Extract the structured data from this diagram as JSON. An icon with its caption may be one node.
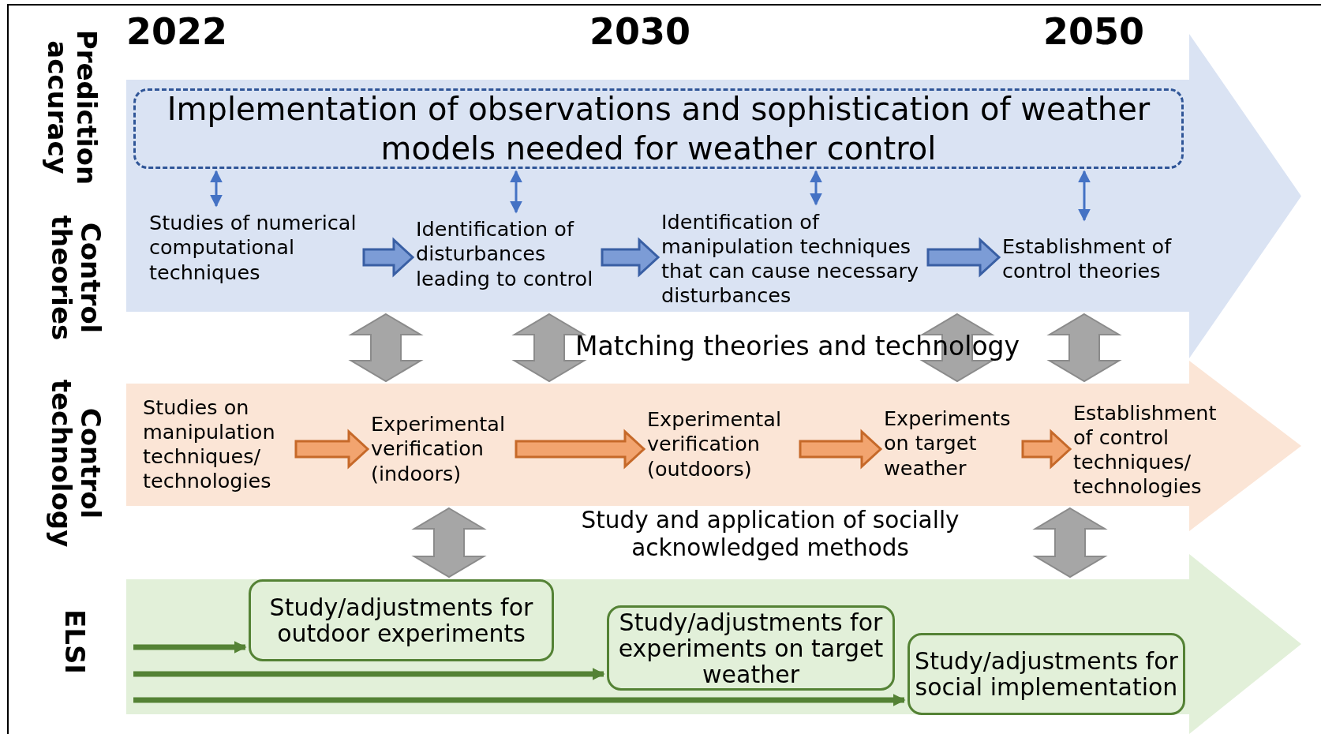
{
  "diagram": {
    "nodes": [
      {
        "text": [],
        "shape": "arrow"
      },
      {
        "text": [
          "Implementation of observations and sophistication of weather models needed for weather control"
        ],
        "in": 0
      },
      {
        "text": [
          "Studies of numerical computational techniques"
        ],
        "in": 0
      },
      {
        "text": [
          "Identification of disturbances leading to control"
        ],
        "in": 0
      },
      {
        "text": [
          "Identification of manipulation techniques that can cause necessary disturbances"
        ],
        "in": 0
      },
      {
        "text": [
          "Establishment of control theories"
        ],
        "in": 0
      },
      {
        "text": [],
        "shape": "arrow"
      },
      {
        "text": [
          "Studies on manipulation techniques/ technologies"
        ],
        "in": 6
      },
      {
        "text": [
          "Experimental verification (indoors)"
        ],
        "in": 6
      },
      {
        "text": [
          "Experimental verification (outdoors)"
        ],
        "in": 6
      },
      {
        "text": [
          "Experiments on target weather"
        ],
        "in": 6
      },
      {
        "text": [
          "Establishment of control techniques/ technologies"
        ],
        "in": 6
      },
      {
        "text": [],
        "shape": "arrow"
      },
      {
        "text": [
          "Study/adjustments for outdoor experiments"
        ],
        "in": 12
      },
      {
        "text": [
          "Study/adjustments for experiments on target weather"
        ],
        "in": 12
      },
      {
        "text": [
          "Study/adjustments for social implementation"
        ],
        "in": 12
      }
    ],
    "edges": [
      {
        "from": 1,
        "to": 2,
        "arrow": "both"
      },
      {
        "from": 1,
        "to": 3,
        "arrow": "both"
      },
      {
        "from": 1,
        "to": 4,
        "arrow": "both"
      },
      {
        "from": 1,
        "to": 5,
        "arrow": "both"
      },
      {
        "from": 2,
        "to": 3,
        "arrow": "to",
        "style": "thick"
      },
      {
        "from": 3,
        "to": 4,
        "arrow": "to",
        "style": "thick"
      },
      {
        "from": 4,
        "to": 5,
        "arrow": "to",
        "style": "thick"
      },
      {
        "from": 7,
        "to": 8,
        "arrow": "to",
        "style": "thick",
        "color": "#ed7d31"
      },
      {
        "from": 8,
        "to": 9,
        "arrow": "to",
        "style": "thick",
        "color": "#ed7d31"
      },
      {
        "from": 9,
        "to": 10,
        "arrow": "to",
        "style": "thick",
        "color": "#ed7d31"
      },
      {
        "from": 10,
        "to": 11,
        "arrow": "to",
        "style": "thick",
        "color": "#ed7d31"
      },
      {
        "from": null,
        "to": 13,
        "arrow": "to",
        "style": "thick",
        "color": "#548235"
      },
      {
        "from": null,
        "to": 14,
        "arrow": "to",
        "style": "thick",
        "color": "#548235"
      },
      {
        "from": null,
        "to": 15,
        "arrow": "to",
        "style": "thick",
        "color": "#548235"
      },
      {
        "from": 0,
        "to": 6,
        "arrow": "both",
        "style": "thick",
        "color": "#a6a6a6"
      },
      {
        "from": 0,
        "to": 6,
        "arrow": "both",
        "style": "thick",
        "color": "#a6a6a6"
      },
      {
        "from": 0,
        "to": 6,
        "arrow": "both",
        "style": "thick",
        "color": "#a6a6a6"
      },
      {
        "from": 0,
        "to": 6,
        "arrow": "both",
        "style": "thick",
        "color": "#a6a6a6"
      },
      {
        "from": 6,
        "to": 12,
        "arrow": "both",
        "style": "thick",
        "color": "#a6a6a6"
      },
      {
        "from": 6,
        "to": 12,
        "arrow": "both",
        "style": "thick",
        "color": "#a6a6a6"
      }
    ],
    "labels": [
      "2022",
      "2030",
      "2050",
      "Prediction accuracy",
      "Control theories",
      "Control technology",
      "ELSI",
      "Matching theories and technology",
      "Study and application of socially acknowledged methods"
    ]
  }
}
